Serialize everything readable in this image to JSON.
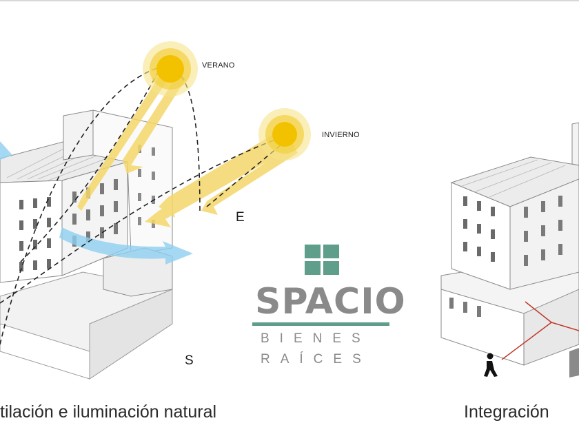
{
  "labels": {
    "summer": "VERANO",
    "winter": "INVIERNO",
    "east": "E",
    "south": "S"
  },
  "captions": {
    "left": "tilación e iluminación natural",
    "right": "Integración"
  },
  "logo": {
    "word": "SPACIO",
    "line1": "BIENES",
    "line2": "RAÍCES"
  },
  "colors": {
    "sun": "#f2c200",
    "ray": "#f5d76a",
    "wind": "#8fd0f0",
    "logo_green": "#5e9e8a",
    "logo_gray": "#8a8a8a",
    "access_line": "#c0392b"
  }
}
